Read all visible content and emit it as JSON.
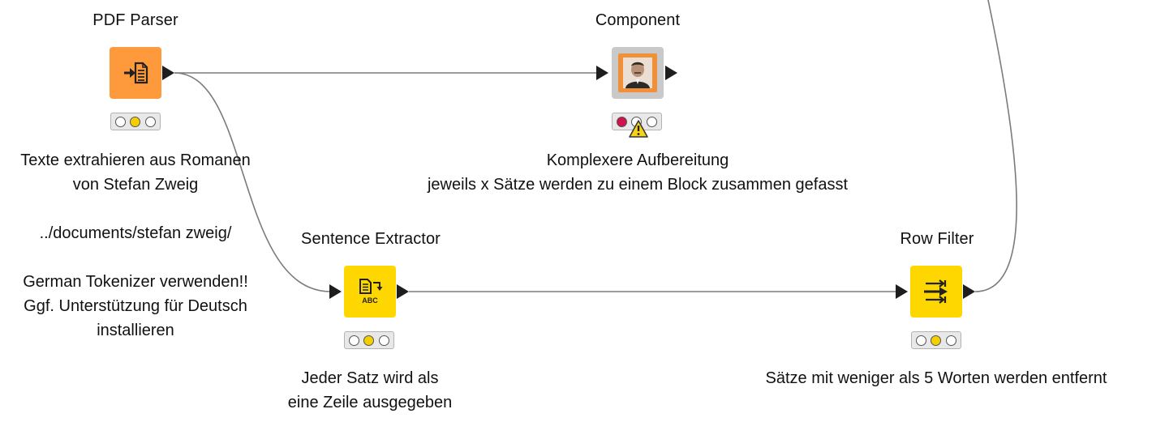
{
  "colors": {
    "io_node": "#ff9a3c",
    "manipulator_node": "#ffd700",
    "component_frame": "#c9c9c9",
    "component_inner": "#f0913a",
    "wire": "#7b7b7b",
    "port": "#1e1e1e",
    "lamp_yellow": "#f4cf00",
    "lamp_red": "#d0134b"
  },
  "nodes": [
    {
      "id": "pdf-parser",
      "title": "PDF Parser",
      "icon": "document-import-icon",
      "status": [
        "off",
        "yellow",
        "off"
      ],
      "annotation": "Texte extrahieren aus Romanen\nvon Stefan Zweig\n\n../documents/stefan zweig/\n\nGerman Tokenizer verwenden!!\nGgf. Unterstützung für Deutsch\ninstallieren"
    },
    {
      "id": "component",
      "title": "Component",
      "icon": "portrait-icon",
      "status": [
        "red",
        "off",
        "off"
      ],
      "warning": true,
      "annotation": "Komplexere Aufbereitung\njeweils x Sätze werden zu einem Block zusammen gefasst"
    },
    {
      "id": "sentence-extractor",
      "title": "Sentence Extractor",
      "icon": "sentence-extract-icon",
      "icon_text": "ABC",
      "status": [
        "off",
        "yellow",
        "off"
      ],
      "annotation": "Jeder Satz wird als\neine Zeile ausgegeben"
    },
    {
      "id": "row-filter",
      "title": "Row Filter",
      "icon": "filter-arrows-icon",
      "status": [
        "off",
        "yellow",
        "off"
      ],
      "annotation": "Sätze mit weniger als 5 Worten werden entfernt"
    }
  ]
}
